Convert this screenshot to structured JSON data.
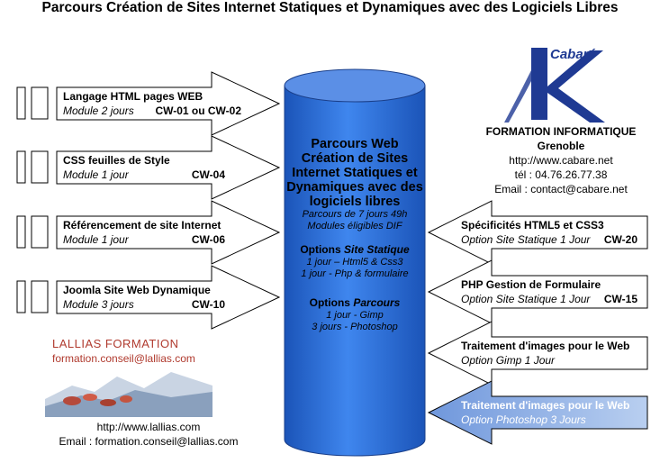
{
  "title": "Parcours Création de Sites Internet Statiques et Dynamiques avec des Logiciels Libres",
  "left_modules": [
    {
      "title": "Langage HTML pages WEB",
      "duration": "Module 2 jours",
      "code": "CW-01 ou CW-02"
    },
    {
      "title": "CSS feuilles de Style",
      "duration": "Module 1 jour",
      "code": "CW-04"
    },
    {
      "title": "Référencement de site Internet",
      "duration": "Module 1 jour",
      "code": "CW-06"
    },
    {
      "title": "Joomla Site Web Dynamique",
      "duration": "Module 3 jours",
      "code": "CW-10"
    }
  ],
  "cylinder": {
    "title": "Parcours Web Création de Sites Internet Statiques et Dynamiques avec des logiciels libres",
    "duration": "Parcours de 7 jours 49h",
    "dif": "Modules éligibles DIF",
    "opt_static_prefix": "Options",
    "opt_static_word": "Site Statique",
    "opt_static_line1": "1 jour – Html5 & Css3",
    "opt_static_line2": "1 jour  - Php & formulaire",
    "opt_parcours_prefix": "Options",
    "opt_parcours_word": "Parcours",
    "opt_parcours_line1": "1 jour - Gimp",
    "opt_parcours_line2": "3 jours  - Photoshop"
  },
  "right_modules": [
    {
      "title": "Spécificités HTML5 et CSS3",
      "option": "Option Site Statique 1 Jour",
      "code": "CW-20"
    },
    {
      "title": "PHP Gestion de Formulaire",
      "option": "Option Site Statique 1 Jour",
      "code": "CW-15"
    },
    {
      "title": "Traitement d'images pour le Web",
      "option": "Option Gimp 1 Jour",
      "code": ""
    },
    {
      "title": "Traitement d'images pour le Web",
      "option": "Option Photoshop 3 Jours",
      "code": ""
    }
  ],
  "cabare": {
    "logo_name": "Cabaré",
    "line1": "FORMATION INFORMATIQUE",
    "line2": "Grenoble",
    "url": "http://www.cabare.net",
    "tel": "tél : 04.76.26.77.38",
    "email": "Email : contact@cabare.net"
  },
  "lallias": {
    "logo_name": "LALLIAS FORMATION",
    "logo_mail": "formation.conseil@lallias.com",
    "url": "http://www.lallias.com",
    "email": "Email : formation.conseil@lallias.com"
  },
  "colors": {
    "cylinder_fill": "#2f6fd6",
    "cylinder_top": "#5b8fe6",
    "highlight_arrow": "#9bb8e8",
    "cabare_blue": "#1f3a93",
    "lallias_red": "#b03a2e"
  }
}
